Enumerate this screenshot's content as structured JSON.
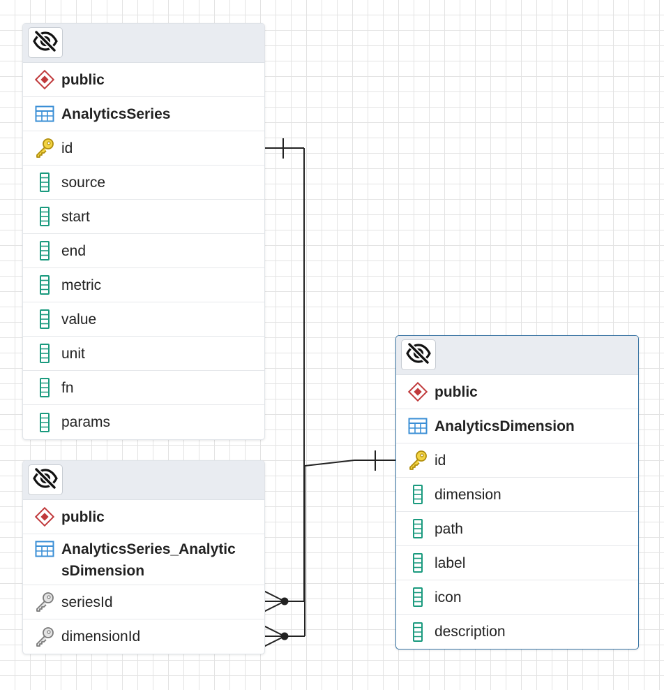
{
  "tables": [
    {
      "id": "analytics-series",
      "schema": "public",
      "name": "AnalyticsSeries",
      "columns": [
        {
          "name": "id",
          "icon": "primary-key-icon"
        },
        {
          "name": "source",
          "icon": "column-icon"
        },
        {
          "name": "start",
          "icon": "column-icon"
        },
        {
          "name": "end",
          "icon": "column-icon"
        },
        {
          "name": "metric",
          "icon": "column-icon"
        },
        {
          "name": "value",
          "icon": "column-icon"
        },
        {
          "name": "unit",
          "icon": "column-icon"
        },
        {
          "name": "fn",
          "icon": "column-icon"
        },
        {
          "name": "params",
          "icon": "column-icon"
        }
      ]
    },
    {
      "id": "analytics-series-dimension",
      "schema": "public",
      "name_line1": "AnalyticsSeries_Analytic",
      "name_line2": "sDimension",
      "columns": [
        {
          "name": "seriesId",
          "icon": "foreign-key-icon"
        },
        {
          "name": "dimensionId",
          "icon": "foreign-key-icon"
        }
      ]
    },
    {
      "id": "analytics-dimension",
      "schema": "public",
      "name": "AnalyticsDimension",
      "columns": [
        {
          "name": "id",
          "icon": "primary-key-icon"
        },
        {
          "name": "dimension",
          "icon": "column-icon"
        },
        {
          "name": "path",
          "icon": "column-icon"
        },
        {
          "name": "label",
          "icon": "column-icon"
        },
        {
          "name": "icon",
          "icon": "column-icon"
        },
        {
          "name": "description",
          "icon": "column-icon"
        }
      ]
    }
  ],
  "relationships": [
    {
      "from": "AnalyticsSeries.id",
      "to": "AnalyticsSeries_AnalyticsDimension.seriesId",
      "type": "one-to-many"
    },
    {
      "from": "AnalyticsDimension.id",
      "to": "AnalyticsSeries_AnalyticsDimension.dimensionId",
      "type": "one-to-many"
    }
  ],
  "colors": {
    "schema_icon": "#c0393b",
    "table_icon": "#3b8fd6",
    "column_icon": "#1a9a7e",
    "pk_icon": "#e2b81b",
    "fk_icon": "#8a8a8a",
    "selected_border": "#326fa0",
    "link": "#222222"
  }
}
